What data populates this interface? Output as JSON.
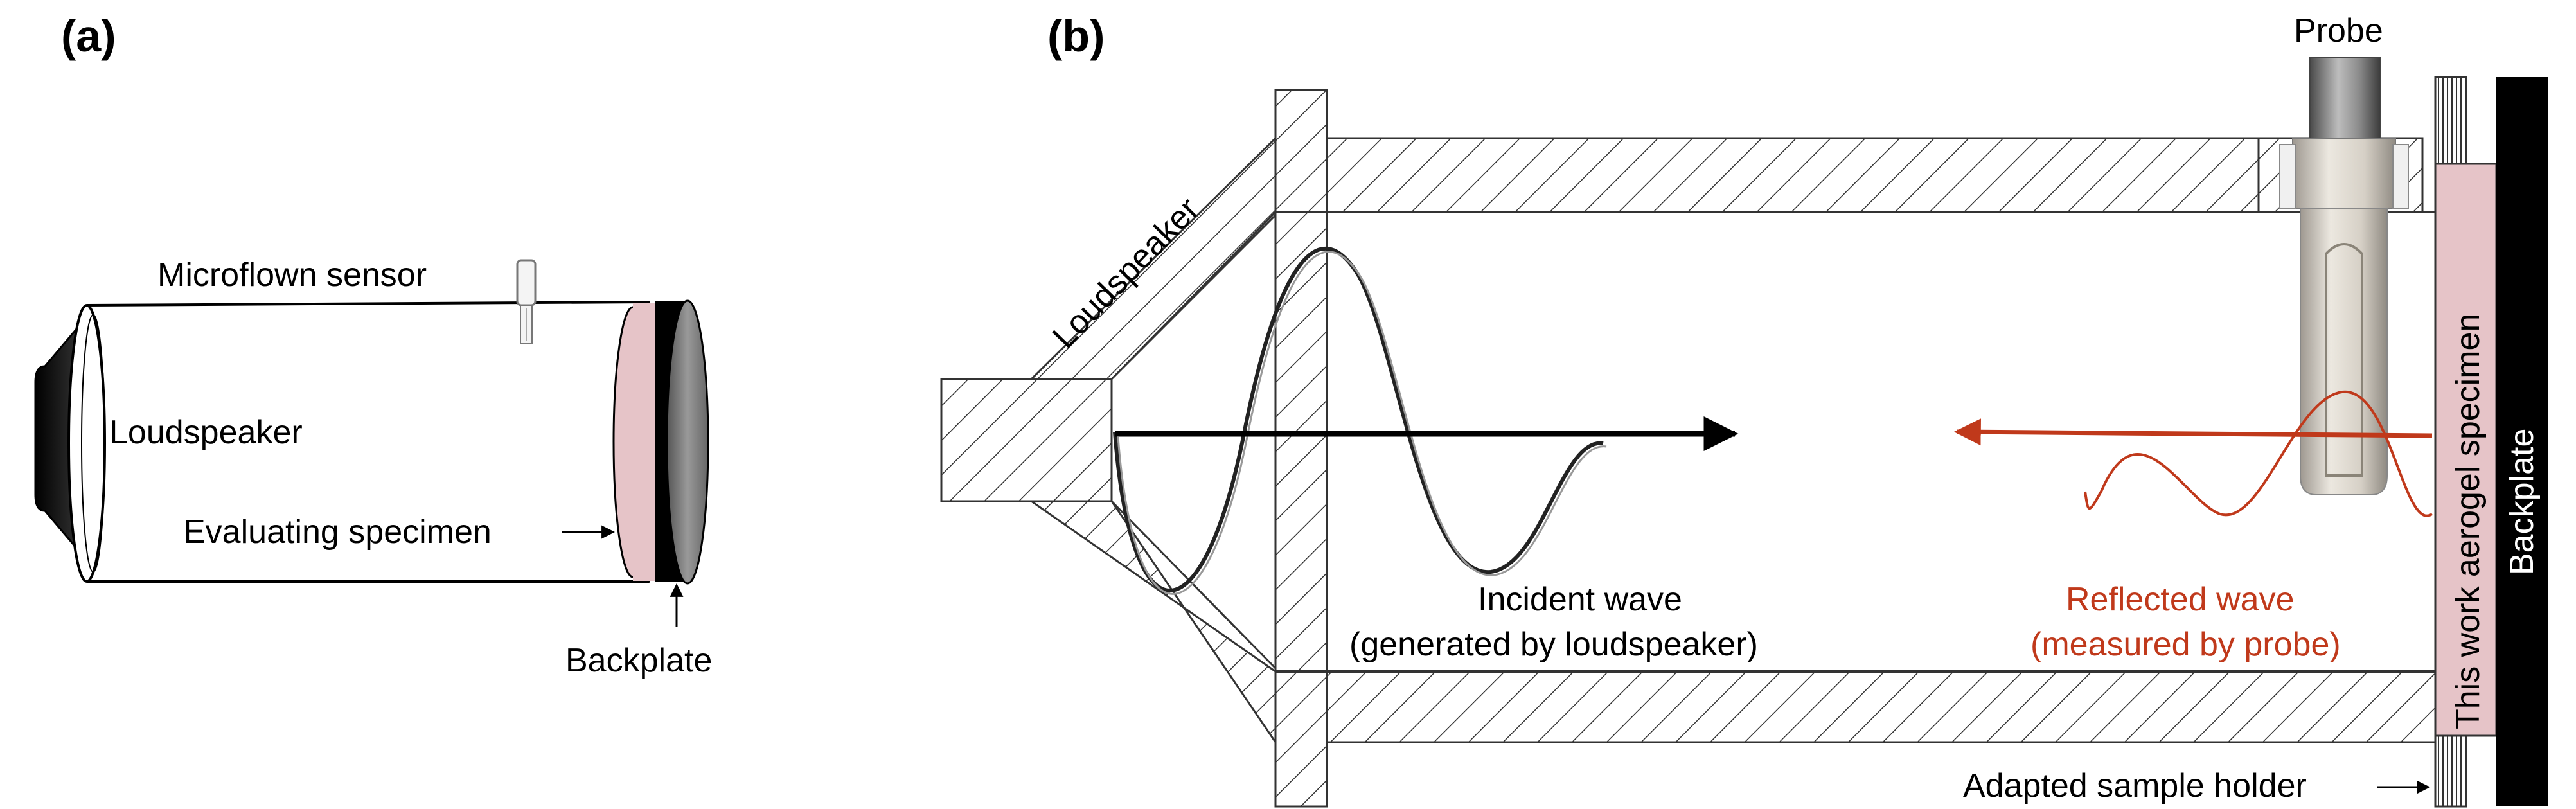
{
  "panel_a": {
    "label": "(a)",
    "microflown_sensor": "Microflown sensor",
    "loudspeaker": "Loudspeaker",
    "evaluating_specimen": "Evaluating specimen",
    "backplate": "Backplate"
  },
  "panel_b": {
    "label": "(b)",
    "probe": "Probe",
    "loudspeaker": "Loudspeaker",
    "incident_wave_line1": "Incident wave",
    "incident_wave_line2": "(generated by loudspeaker)",
    "reflected_wave_line1": "Reflected wave",
    "reflected_wave_line2": "(measured by probe)",
    "specimen": "This work aerogel specimen",
    "backplate": "Backplate",
    "sample_holder": "Adapted sample holder"
  },
  "colors": {
    "specimen_fill": "#e6c4c8",
    "reflected_wave": "#c0391b",
    "incident_wave": "#222222",
    "backplate": "#000000"
  }
}
